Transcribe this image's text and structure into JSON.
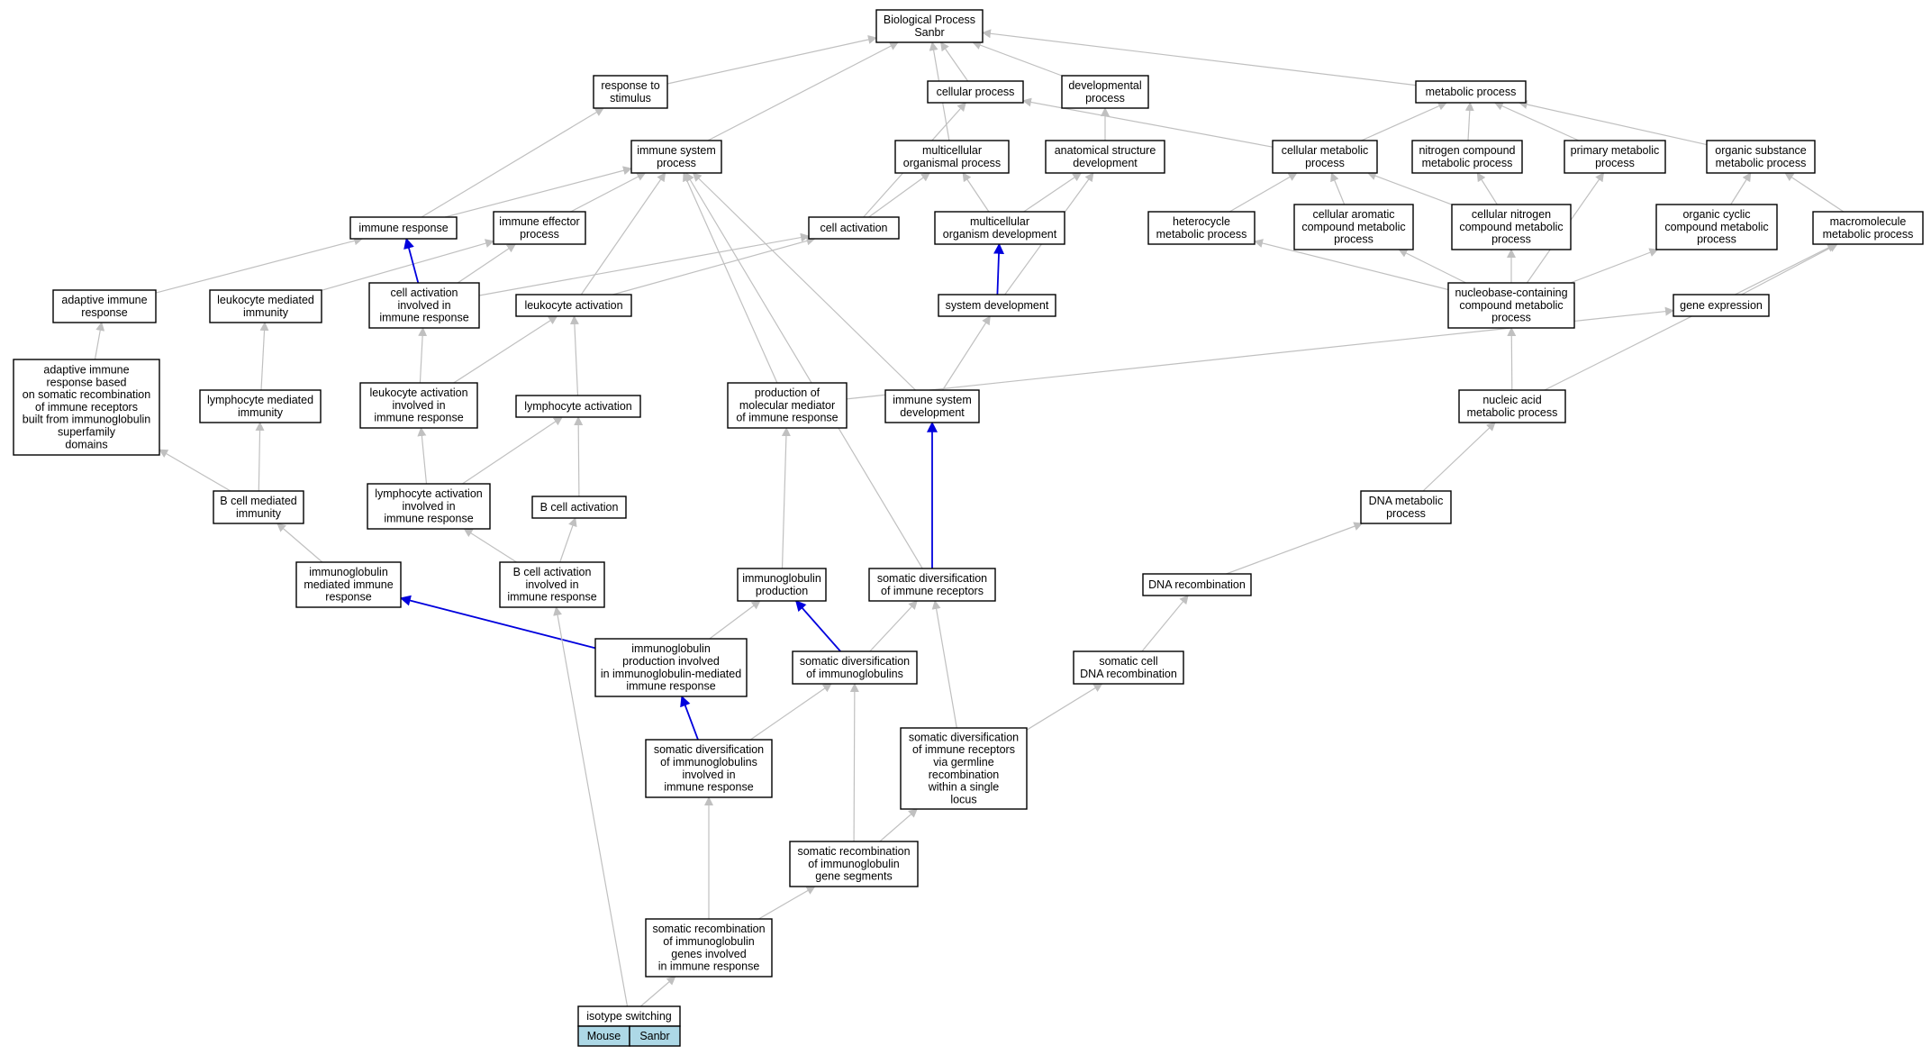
{
  "diagram": {
    "colors": {
      "node_fill": "#ffffff",
      "node_stroke": "#000000",
      "edge_gray": "#c0c0c0",
      "edge_blue": "#0000dd",
      "legend_fill": "#add8e6"
    },
    "nodes": [
      {
        "id": "root",
        "lines": [
          "Biological Process",
          "Sanbr"
        ]
      },
      {
        "id": "stimulus",
        "lines": [
          "response to",
          "stimulus"
        ]
      },
      {
        "id": "cellular",
        "lines": [
          "cellular process"
        ]
      },
      {
        "id": "developmental",
        "lines": [
          "developmental",
          "process"
        ]
      },
      {
        "id": "metabolic",
        "lines": [
          "metabolic process"
        ]
      },
      {
        "id": "immune_system",
        "lines": [
          "immune system",
          "process"
        ]
      },
      {
        "id": "multicellular",
        "lines": [
          "multicellular",
          "organismal process"
        ]
      },
      {
        "id": "anat_dev",
        "lines": [
          "anatomical structure",
          "development"
        ]
      },
      {
        "id": "cell_metabolic",
        "lines": [
          "cellular metabolic",
          "process"
        ]
      },
      {
        "id": "nitrogen",
        "lines": [
          "nitrogen compound",
          "metabolic process"
        ]
      },
      {
        "id": "primary",
        "lines": [
          "primary metabolic",
          "process"
        ]
      },
      {
        "id": "organic_subst",
        "lines": [
          "organic substance",
          "metabolic process"
        ]
      },
      {
        "id": "immune_response",
        "lines": [
          "immune response"
        ]
      },
      {
        "id": "immune_effector",
        "lines": [
          "immune effector",
          "process"
        ]
      },
      {
        "id": "cell_activation",
        "lines": [
          "cell activation"
        ]
      },
      {
        "id": "multi_org_dev",
        "lines": [
          "multicellular",
          "organism development"
        ]
      },
      {
        "id": "heterocycle",
        "lines": [
          "heterocycle",
          "metabolic process"
        ]
      },
      {
        "id": "aromatic",
        "lines": [
          "cellular aromatic",
          "compound metabolic",
          "process"
        ]
      },
      {
        "id": "cell_nitrogen",
        "lines": [
          "cellular nitrogen",
          "compound metabolic",
          "process"
        ]
      },
      {
        "id": "organic_cyclic",
        "lines": [
          "organic cyclic",
          "compound metabolic",
          "process"
        ]
      },
      {
        "id": "macromolecule",
        "lines": [
          "macromolecule",
          "metabolic process"
        ]
      },
      {
        "id": "adaptive",
        "lines": [
          "adaptive immune",
          "response"
        ]
      },
      {
        "id": "leuk_mediated",
        "lines": [
          "leukocyte mediated",
          "immunity"
        ]
      },
      {
        "id": "cell_act_immune",
        "lines": [
          "cell activation",
          "involved in",
          "immune response"
        ]
      },
      {
        "id": "leuk_activation",
        "lines": [
          "leukocyte activation"
        ]
      },
      {
        "id": "system_dev",
        "lines": [
          "system development"
        ]
      },
      {
        "id": "nucleobase",
        "lines": [
          "nucleobase-containing",
          "compound metabolic",
          "process"
        ]
      },
      {
        "id": "gene_expression",
        "lines": [
          "gene expression"
        ]
      },
      {
        "id": "adaptive_somatic",
        "lines": [
          "adaptive immune",
          "response based",
          "on somatic recombination",
          "of immune receptors",
          "built from immunoglobulin",
          "superfamily",
          "domains"
        ]
      },
      {
        "id": "lymph_mediated",
        "lines": [
          "lymphocyte mediated",
          "immunity"
        ]
      },
      {
        "id": "leuk_act_immune",
        "lines": [
          "leukocyte activation",
          "involved in",
          "immune response"
        ]
      },
      {
        "id": "lymph_activation",
        "lines": [
          "lymphocyte activation"
        ]
      },
      {
        "id": "prod_mediator",
        "lines": [
          "production of",
          "molecular mediator",
          "of immune response"
        ]
      },
      {
        "id": "immune_sys_dev",
        "lines": [
          "immune system",
          "development"
        ]
      },
      {
        "id": "nucleic_acid",
        "lines": [
          "nucleic acid",
          "metabolic process"
        ]
      },
      {
        "id": "bcell_mediated",
        "lines": [
          "B cell mediated",
          "immunity"
        ]
      },
      {
        "id": "lymph_act_immune",
        "lines": [
          "lymphocyte activation",
          "involved in",
          "immune response"
        ]
      },
      {
        "id": "bcell_activation",
        "lines": [
          "B cell activation"
        ]
      },
      {
        "id": "dna_metabolic",
        "lines": [
          "DNA metabolic",
          "process"
        ]
      },
      {
        "id": "ig_mediated",
        "lines": [
          "immunoglobulin",
          "mediated immune",
          "response"
        ]
      },
      {
        "id": "bcell_act_immune",
        "lines": [
          "B cell activation",
          "involved in",
          "immune response"
        ]
      },
      {
        "id": "ig_production",
        "lines": [
          "immunoglobulin",
          "production"
        ]
      },
      {
        "id": "somatic_div_receptors",
        "lines": [
          "somatic diversification",
          "of immune receptors"
        ]
      },
      {
        "id": "dna_recomb",
        "lines": [
          "DNA recombination"
        ]
      },
      {
        "id": "ig_prod_involved",
        "lines": [
          "immunoglobulin",
          "production involved",
          "in immunoglobulin-mediated",
          "immune response"
        ]
      },
      {
        "id": "somatic_div_ig",
        "lines": [
          "somatic diversification",
          "of immunoglobulins"
        ]
      },
      {
        "id": "somatic_cell_dna",
        "lines": [
          "somatic cell",
          "DNA recombination"
        ]
      },
      {
        "id": "somatic_div_ig_immune",
        "lines": [
          "somatic diversification",
          "of immunoglobulins",
          "involved in",
          "immune response"
        ]
      },
      {
        "id": "somatic_div_germline",
        "lines": [
          "somatic diversification",
          "of immune receptors",
          "via germline",
          "recombination",
          "within a single",
          "locus"
        ]
      },
      {
        "id": "somatic_recomb_ig_segments",
        "lines": [
          "somatic recombination",
          "of immunoglobulin",
          "gene segments"
        ]
      },
      {
        "id": "somatic_recomb_ig_immune",
        "lines": [
          "somatic recombination",
          "of immunoglobulin",
          "genes involved",
          "in immune response"
        ]
      },
      {
        "id": "isotype",
        "lines": [
          "isotype switching"
        ]
      }
    ],
    "edges": [
      {
        "from": "stimulus",
        "to": "root",
        "color": "gray"
      },
      {
        "from": "cellular",
        "to": "root",
        "color": "gray"
      },
      {
        "from": "developmental",
        "to": "root",
        "color": "gray"
      },
      {
        "from": "metabolic",
        "to": "root",
        "color": "gray"
      },
      {
        "from": "immune_system",
        "to": "root",
        "color": "gray"
      },
      {
        "from": "multicellular",
        "to": "root",
        "color": "gray"
      },
      {
        "from": "anat_dev",
        "to": "developmental",
        "color": "gray"
      },
      {
        "from": "cell_metabolic",
        "to": "cellular",
        "color": "gray"
      },
      {
        "from": "cell_metabolic",
        "to": "metabolic",
        "color": "gray"
      },
      {
        "from": "nitrogen",
        "to": "metabolic",
        "color": "gray"
      },
      {
        "from": "primary",
        "to": "metabolic",
        "color": "gray"
      },
      {
        "from": "organic_subst",
        "to": "metabolic",
        "color": "gray"
      },
      {
        "from": "immune_response",
        "to": "stimulus",
        "color": "gray"
      },
      {
        "from": "immune_response",
        "to": "immune_system",
        "color": "gray"
      },
      {
        "from": "immune_effector",
        "to": "immune_system",
        "color": "gray"
      },
      {
        "from": "cell_activation",
        "to": "cellular",
        "color": "gray"
      },
      {
        "from": "cell_activation",
        "to": "multicellular",
        "color": "gray"
      },
      {
        "from": "multi_org_dev",
        "to": "multicellular",
        "color": "gray"
      },
      {
        "from": "multi_org_dev",
        "to": "anat_dev",
        "color": "gray"
      },
      {
        "from": "heterocycle",
        "to": "cell_metabolic",
        "color": "gray"
      },
      {
        "from": "aromatic",
        "to": "cell_metabolic",
        "color": "gray"
      },
      {
        "from": "cell_nitrogen",
        "to": "cell_metabolic",
        "color": "gray"
      },
      {
        "from": "cell_nitrogen",
        "to": "nitrogen",
        "color": "gray"
      },
      {
        "from": "organic_cyclic",
        "to": "organic_subst",
        "color": "gray"
      },
      {
        "from": "macromolecule",
        "to": "organic_subst",
        "color": "gray"
      },
      {
        "from": "adaptive",
        "to": "immune_response",
        "color": "gray"
      },
      {
        "from": "leuk_mediated",
        "to": "immune_effector",
        "color": "gray"
      },
      {
        "from": "cell_act_immune",
        "to": "immune_response",
        "color": "blue"
      },
      {
        "from": "cell_act_immune",
        "to": "immune_effector",
        "color": "gray"
      },
      {
        "from": "cell_act_immune",
        "to": "cell_activation",
        "color": "gray"
      },
      {
        "from": "leuk_activation",
        "to": "immune_system",
        "color": "gray"
      },
      {
        "from": "leuk_activation",
        "to": "cell_activation",
        "color": "gray"
      },
      {
        "from": "system_dev",
        "to": "multi_org_dev",
        "color": "blue"
      },
      {
        "from": "system_dev",
        "to": "anat_dev",
        "color": "gray"
      },
      {
        "from": "nucleobase",
        "to": "heterocycle",
        "color": "gray"
      },
      {
        "from": "nucleobase",
        "to": "aromatic",
        "color": "gray"
      },
      {
        "from": "nucleobase",
        "to": "cell_nitrogen",
        "color": "gray"
      },
      {
        "from": "nucleobase",
        "to": "primary",
        "color": "gray"
      },
      {
        "from": "nucleobase",
        "to": "organic_cyclic",
        "color": "gray"
      },
      {
        "from": "gene_expression",
        "to": "macromolecule",
        "color": "gray"
      },
      {
        "from": "adaptive_somatic",
        "to": "adaptive",
        "color": "gray"
      },
      {
        "from": "lymph_mediated",
        "to": "leuk_mediated",
        "color": "gray"
      },
      {
        "from": "leuk_act_immune",
        "to": "cell_act_immune",
        "color": "gray"
      },
      {
        "from": "leuk_act_immune",
        "to": "leuk_activation",
        "color": "gray"
      },
      {
        "from": "lymph_activation",
        "to": "leuk_activation",
        "color": "gray"
      },
      {
        "from": "prod_mediator",
        "to": "immune_system",
        "color": "gray"
      },
      {
        "from": "prod_mediator",
        "to": "gene_expression",
        "color": "gray"
      },
      {
        "from": "immune_sys_dev",
        "to": "immune_system",
        "color": "gray"
      },
      {
        "from": "immune_sys_dev",
        "to": "system_dev",
        "color": "gray"
      },
      {
        "from": "nucleic_acid",
        "to": "nucleobase",
        "color": "gray"
      },
      {
        "from": "nucleic_acid",
        "to": "macromolecule",
        "color": "gray"
      },
      {
        "from": "bcell_mediated",
        "to": "adaptive_somatic",
        "color": "gray"
      },
      {
        "from": "bcell_mediated",
        "to": "lymph_mediated",
        "color": "gray"
      },
      {
        "from": "lymph_act_immune",
        "to": "leuk_act_immune",
        "color": "gray"
      },
      {
        "from": "lymph_act_immune",
        "to": "lymph_activation",
        "color": "gray"
      },
      {
        "from": "bcell_activation",
        "to": "lymph_activation",
        "color": "gray"
      },
      {
        "from": "dna_metabolic",
        "to": "nucleic_acid",
        "color": "gray"
      },
      {
        "from": "ig_mediated",
        "to": "bcell_mediated",
        "color": "gray"
      },
      {
        "from": "bcell_act_immune",
        "to": "lymph_act_immune",
        "color": "gray"
      },
      {
        "from": "bcell_act_immune",
        "to": "bcell_activation",
        "color": "gray"
      },
      {
        "from": "ig_production",
        "to": "prod_mediator",
        "color": "gray"
      },
      {
        "from": "somatic_div_receptors",
        "to": "immune_system",
        "color": "gray"
      },
      {
        "from": "somatic_div_receptors",
        "to": "immune_sys_dev",
        "color": "blue"
      },
      {
        "from": "dna_recomb",
        "to": "dna_metabolic",
        "color": "gray"
      },
      {
        "from": "ig_prod_involved",
        "to": "ig_mediated",
        "color": "blue"
      },
      {
        "from": "ig_prod_involved",
        "to": "ig_production",
        "color": "gray"
      },
      {
        "from": "somatic_div_ig",
        "to": "ig_production",
        "color": "blue"
      },
      {
        "from": "somatic_div_ig",
        "to": "somatic_div_receptors",
        "color": "gray"
      },
      {
        "from": "somatic_cell_dna",
        "to": "dna_recomb",
        "color": "gray"
      },
      {
        "from": "somatic_div_ig_immune",
        "to": "ig_prod_involved",
        "color": "blue"
      },
      {
        "from": "somatic_div_ig_immune",
        "to": "somatic_div_ig",
        "color": "gray"
      },
      {
        "from": "somatic_div_germline",
        "to": "somatic_div_receptors",
        "color": "gray"
      },
      {
        "from": "somatic_div_germline",
        "to": "somatic_cell_dna",
        "color": "gray"
      },
      {
        "from": "somatic_recomb_ig_segments",
        "to": "somatic_div_ig",
        "color": "gray"
      },
      {
        "from": "somatic_recomb_ig_segments",
        "to": "somatic_div_germline",
        "color": "gray"
      },
      {
        "from": "somatic_recomb_ig_immune",
        "to": "somatic_div_ig_immune",
        "color": "gray"
      },
      {
        "from": "somatic_recomb_ig_immune",
        "to": "somatic_recomb_ig_segments",
        "color": "gray"
      },
      {
        "from": "isotype",
        "to": "somatic_recomb_ig_immune",
        "color": "gray"
      },
      {
        "from": "isotype",
        "to": "bcell_act_immune",
        "color": "gray"
      }
    ],
    "legend": [
      "Mouse",
      "Sanbr"
    ]
  }
}
